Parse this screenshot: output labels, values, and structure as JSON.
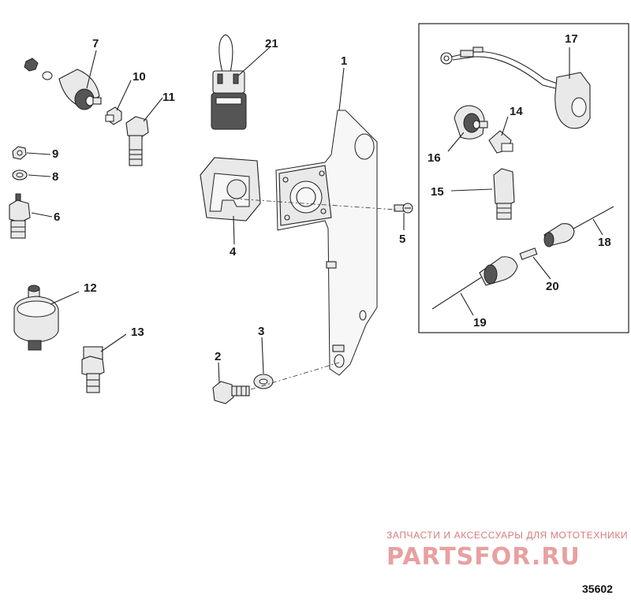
{
  "figure_number": "35602",
  "watermark": {
    "line1": "ЗАПЧАСТИ И АКСЕССУАРЫ ДЛЯ МОТОТЕХНИКИ",
    "line2": "PARTSFOR.RU"
  },
  "callouts": {
    "c1": "1",
    "c2": "2",
    "c3": "3",
    "c4": "4",
    "c5": "5",
    "c6": "6",
    "c7": "7",
    "c8": "8",
    "c9": "9",
    "c10": "10",
    "c11": "11",
    "c12": "12",
    "c13": "13",
    "c14": "14",
    "c15": "15",
    "c16": "16",
    "c17": "17",
    "c18": "18",
    "c19": "19",
    "c20": "20",
    "c21": "21"
  }
}
